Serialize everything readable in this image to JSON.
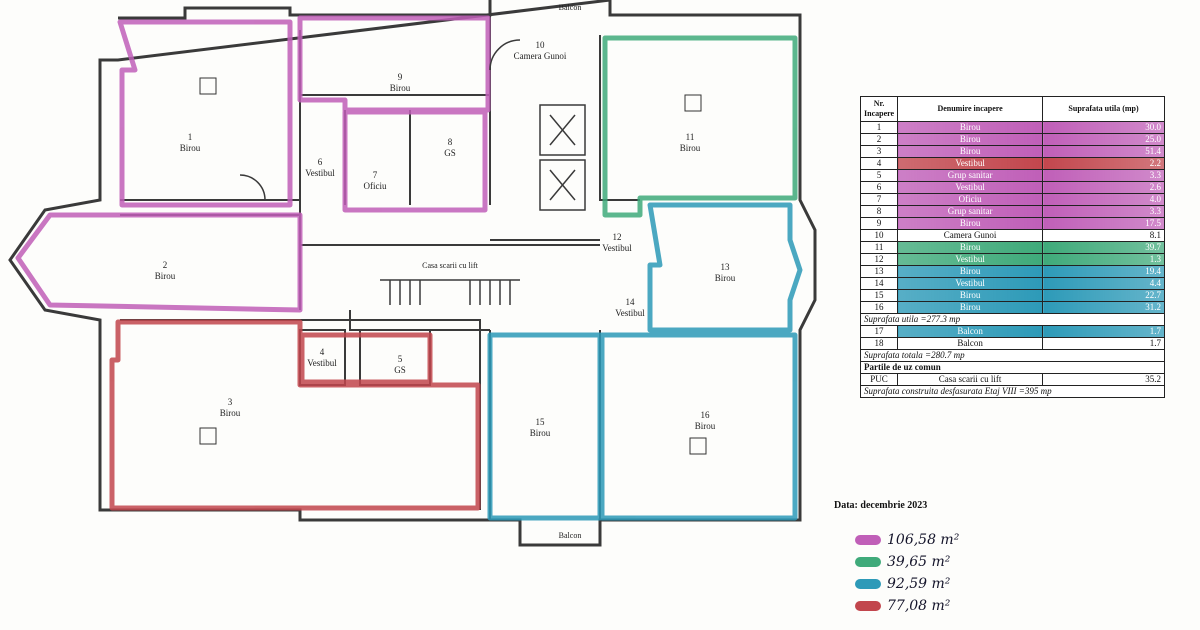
{
  "colors": {
    "pink": "#c05fb8",
    "green": "#3faa7a",
    "blue": "#2d9ab8",
    "red": "#c2464d",
    "wall": "#3a3a3a"
  },
  "rooms": [
    {
      "n": "1",
      "name": "Birou"
    },
    {
      "n": "2",
      "name": "Birou"
    },
    {
      "n": "3",
      "name": "Birou"
    },
    {
      "n": "4",
      "name": "Vestibul"
    },
    {
      "n": "5",
      "name": "GS"
    },
    {
      "n": "6",
      "name": "Vestibul"
    },
    {
      "n": "7",
      "name": "Oficiu"
    },
    {
      "n": "8",
      "name": "GS"
    },
    {
      "n": "9",
      "name": "Birou"
    },
    {
      "n": "10",
      "name": "Camera Gunoi"
    },
    {
      "n": "11",
      "name": "Birou"
    },
    {
      "n": "12",
      "name": "Vestibul"
    },
    {
      "n": "13",
      "name": "Birou"
    },
    {
      "n": "14",
      "name": "Vestibul"
    },
    {
      "n": "15",
      "name": "Birou"
    },
    {
      "n": "16",
      "name": "Birou"
    },
    {
      "n": "17",
      "name": "Balcon"
    },
    {
      "n": "18",
      "name": "Balcon"
    }
  ],
  "plan_text": {
    "stair": "Casa scarii cu lift",
    "balcon": "Balcon"
  },
  "table": {
    "header": [
      "Nr. Incapere",
      "Denumire incapere",
      "Suprafata utila (mp)"
    ],
    "rows": [
      {
        "n": "1",
        "name": "Birou",
        "area": "30.0",
        "color": "#c05fb8"
      },
      {
        "n": "2",
        "name": "Birou",
        "area": "25.0",
        "color": "#c05fb8"
      },
      {
        "n": "3",
        "name": "Birou",
        "area": "51.4",
        "color": "#c05fb8"
      },
      {
        "n": "4",
        "name": "Vestibul",
        "area": "2.2",
        "color": "#c2464d"
      },
      {
        "n": "5",
        "name": "Grup sanitar",
        "area": "3.3",
        "color": "#c05fb8"
      },
      {
        "n": "6",
        "name": "Vestibul",
        "area": "2.6",
        "color": "#c05fb8"
      },
      {
        "n": "7",
        "name": "Oficiu",
        "area": "4.0",
        "color": "#c05fb8"
      },
      {
        "n": "8",
        "name": "Grup sanitar",
        "area": "3.3",
        "color": "#c05fb8"
      },
      {
        "n": "9",
        "name": "Birou",
        "area": "17.5",
        "color": "#c05fb8"
      },
      {
        "n": "10",
        "name": "Camera Gunoi",
        "area": "8.1",
        "color": ""
      },
      {
        "n": "11",
        "name": "Birou",
        "area": "39.7",
        "color": "#3faa7a"
      },
      {
        "n": "12",
        "name": "Vestibul",
        "area": "1.3",
        "color": "#3faa7a"
      },
      {
        "n": "13",
        "name": "Birou",
        "area": "19.4",
        "color": "#2d9ab8"
      },
      {
        "n": "14",
        "name": "Vestibul",
        "area": "4.4",
        "color": "#2d9ab8"
      },
      {
        "n": "15",
        "name": "Birou",
        "area": "22.7",
        "color": "#2d9ab8"
      },
      {
        "n": "16",
        "name": "Birou",
        "area": "31.2",
        "color": "#2d9ab8"
      }
    ],
    "util_label": "Suprafata utila =277.3 mp",
    "rows2": [
      {
        "n": "17",
        "name": "Balcon",
        "area": "1.7",
        "color": "#2d9ab8"
      },
      {
        "n": "18",
        "name": "Balcon",
        "area": "1.7",
        "color": ""
      }
    ],
    "total_label": "Suprafata totala =280.7 mp",
    "common_label": "Partile de uz comun",
    "puc": {
      "n": "PUC",
      "name": "Casa scarii cu lift",
      "area": "35.2"
    },
    "built_label": "Suprafata construita desfasurata Etaj VIII =395 mp"
  },
  "date": "Data: decembrie 2023",
  "legend": [
    {
      "value": "106,58 m²",
      "color": "#c05fb8"
    },
    {
      "value": "39,65 m²",
      "color": "#3faa7a"
    },
    {
      "value": "92,59 m²",
      "color": "#2d9ab8"
    },
    {
      "value": "77,08 m²",
      "color": "#c2464d"
    }
  ]
}
